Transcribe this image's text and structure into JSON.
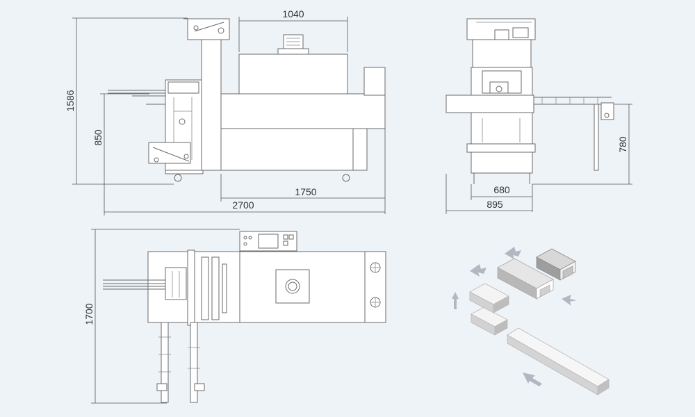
{
  "dimensions": {
    "side_top_width": "1040",
    "side_total_height": "1586",
    "side_work_height": "850",
    "side_tunnel_length": "1750",
    "side_total_length": "2700",
    "end_inner_width": "680",
    "end_outer_width": "895",
    "end_conveyor_height": "780",
    "plan_depth": "1700"
  },
  "colors": {
    "background": "#eef3f8",
    "line": "#6a6a6a",
    "product_top": "#f4f4f4",
    "product_side": "#c8c8c8",
    "arrow": "#b0b8c2"
  }
}
